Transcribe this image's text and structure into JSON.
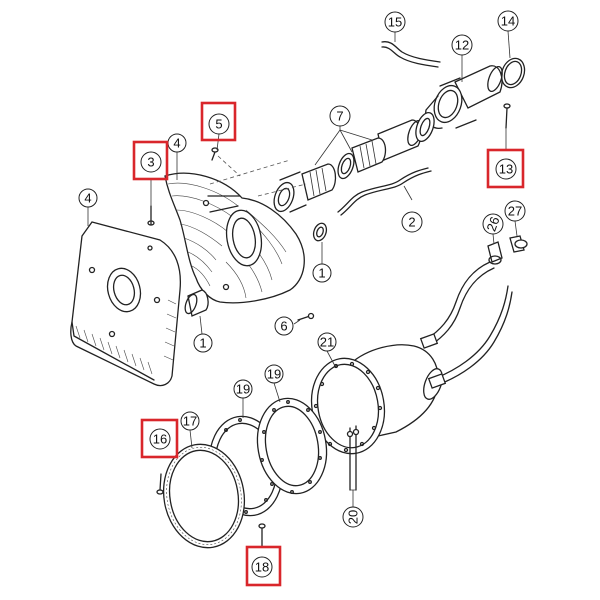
{
  "callouts": {
    "c1a": "1",
    "c1b": "1",
    "c2": "2",
    "c3": "3",
    "c4a": "4",
    "c4b": "4",
    "c5": "5",
    "c6": "6",
    "c7": "7",
    "c12": "12",
    "c13": "13",
    "c14": "14",
    "c15": "15",
    "c16": "16",
    "c17": "17",
    "c18": "18",
    "c19a": "19",
    "c19b": "19",
    "c20": "20",
    "c21": "21",
    "c26": "26",
    "c27": "27"
  },
  "highlight_color": "#d9262b",
  "highlighted_parts": [
    "3",
    "5",
    "13",
    "16",
    "18"
  ]
}
